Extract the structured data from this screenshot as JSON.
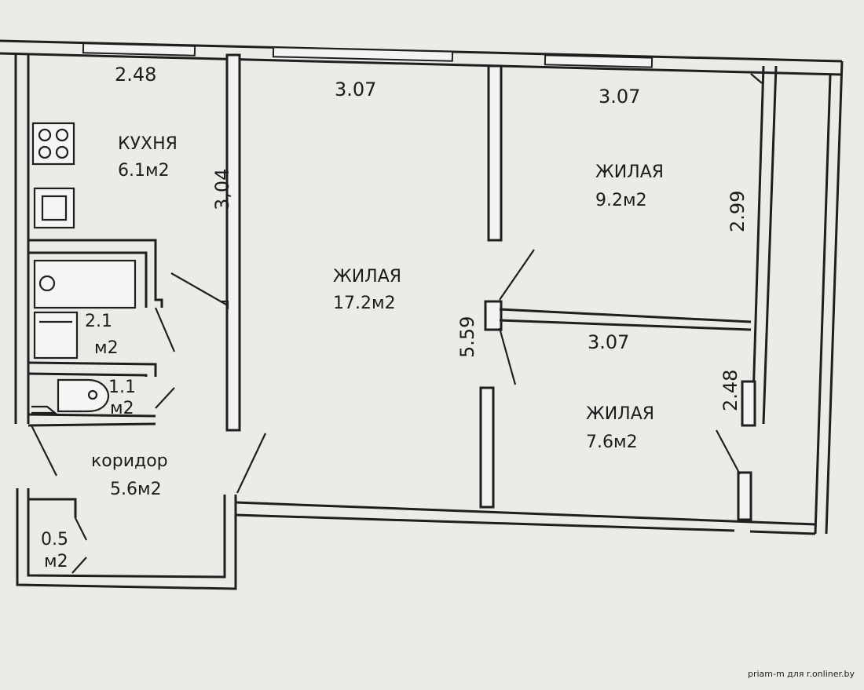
{
  "rooms": {
    "kitchen": {
      "name": "КУХНЯ",
      "area": "6.1м2"
    },
    "living_large": {
      "name": "ЖИЛАЯ",
      "area": "17.2м2"
    },
    "living_top_right": {
      "name": "ЖИЛАЯ",
      "area": "9.2м2"
    },
    "living_bottom_right": {
      "name": "ЖИЛАЯ",
      "area": "7.6м2"
    },
    "bathroom": {
      "area_line1": "2.1",
      "area_line2": "м2"
    },
    "toilet": {
      "area_line1": "1.1",
      "area_line2": "м2"
    },
    "corridor": {
      "name": "коридор",
      "area": "5.6м2"
    },
    "closet": {
      "area_line1": "0.5",
      "area_line2": "м2"
    }
  },
  "dimensions": {
    "kitchen_width": "2.48",
    "kitchen_depth": "3,04",
    "large_room_width": "3.07",
    "large_room_depth": "5.59",
    "top_right_width": "3.07",
    "top_right_depth": "2.99",
    "bottom_right_width": "3.07",
    "bottom_right_depth": "2.48"
  },
  "credit": "priam-m для r.onliner.by"
}
